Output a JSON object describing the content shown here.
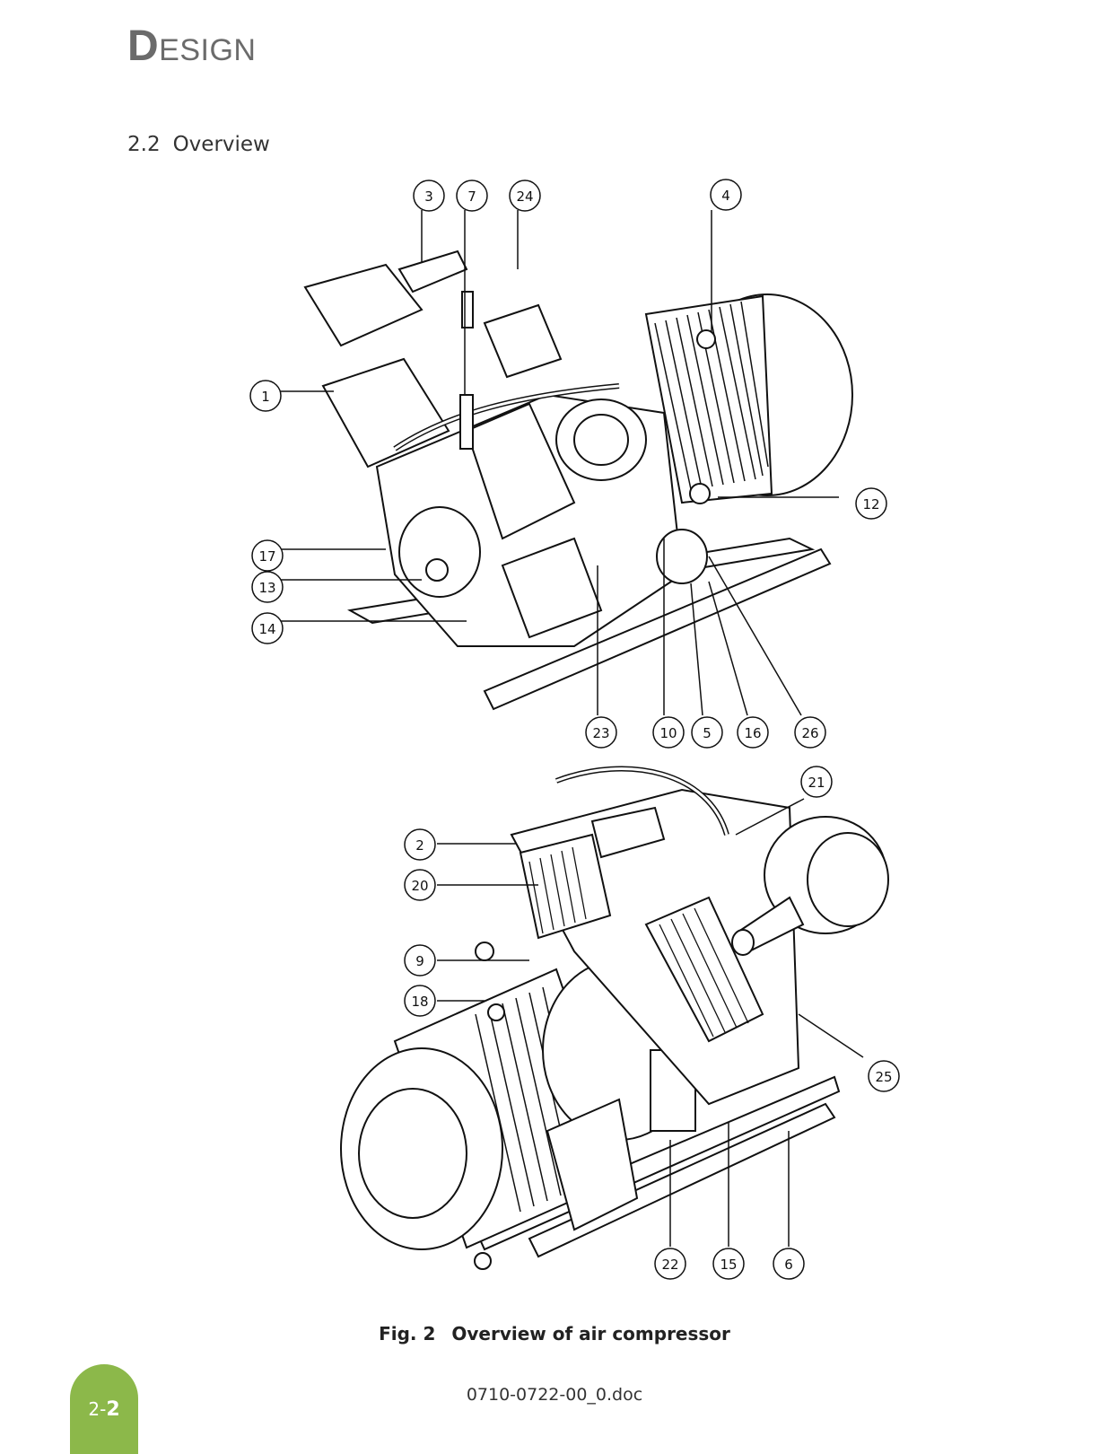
{
  "header": {
    "chapter_initial": "D",
    "chapter_rest": "ESIGN"
  },
  "section": {
    "number": "2.2",
    "title": "Overview"
  },
  "figure": {
    "callouts_top": [
      "3",
      "7",
      "24",
      "4",
      "1",
      "12",
      "17",
      "13",
      "14",
      "23",
      "10",
      "5",
      "16",
      "26"
    ],
    "callouts_bottom": [
      "21",
      "2",
      "20",
      "9",
      "18",
      "25",
      "22",
      "15",
      "6"
    ],
    "caption_number": "Fig. 2",
    "caption_text": "Overview of air compressor"
  },
  "footer": {
    "page_prefix": "2-",
    "page_number": "2",
    "doc_name": "0710-0722-00_0.doc",
    "tab_color": "#8cb84a"
  }
}
